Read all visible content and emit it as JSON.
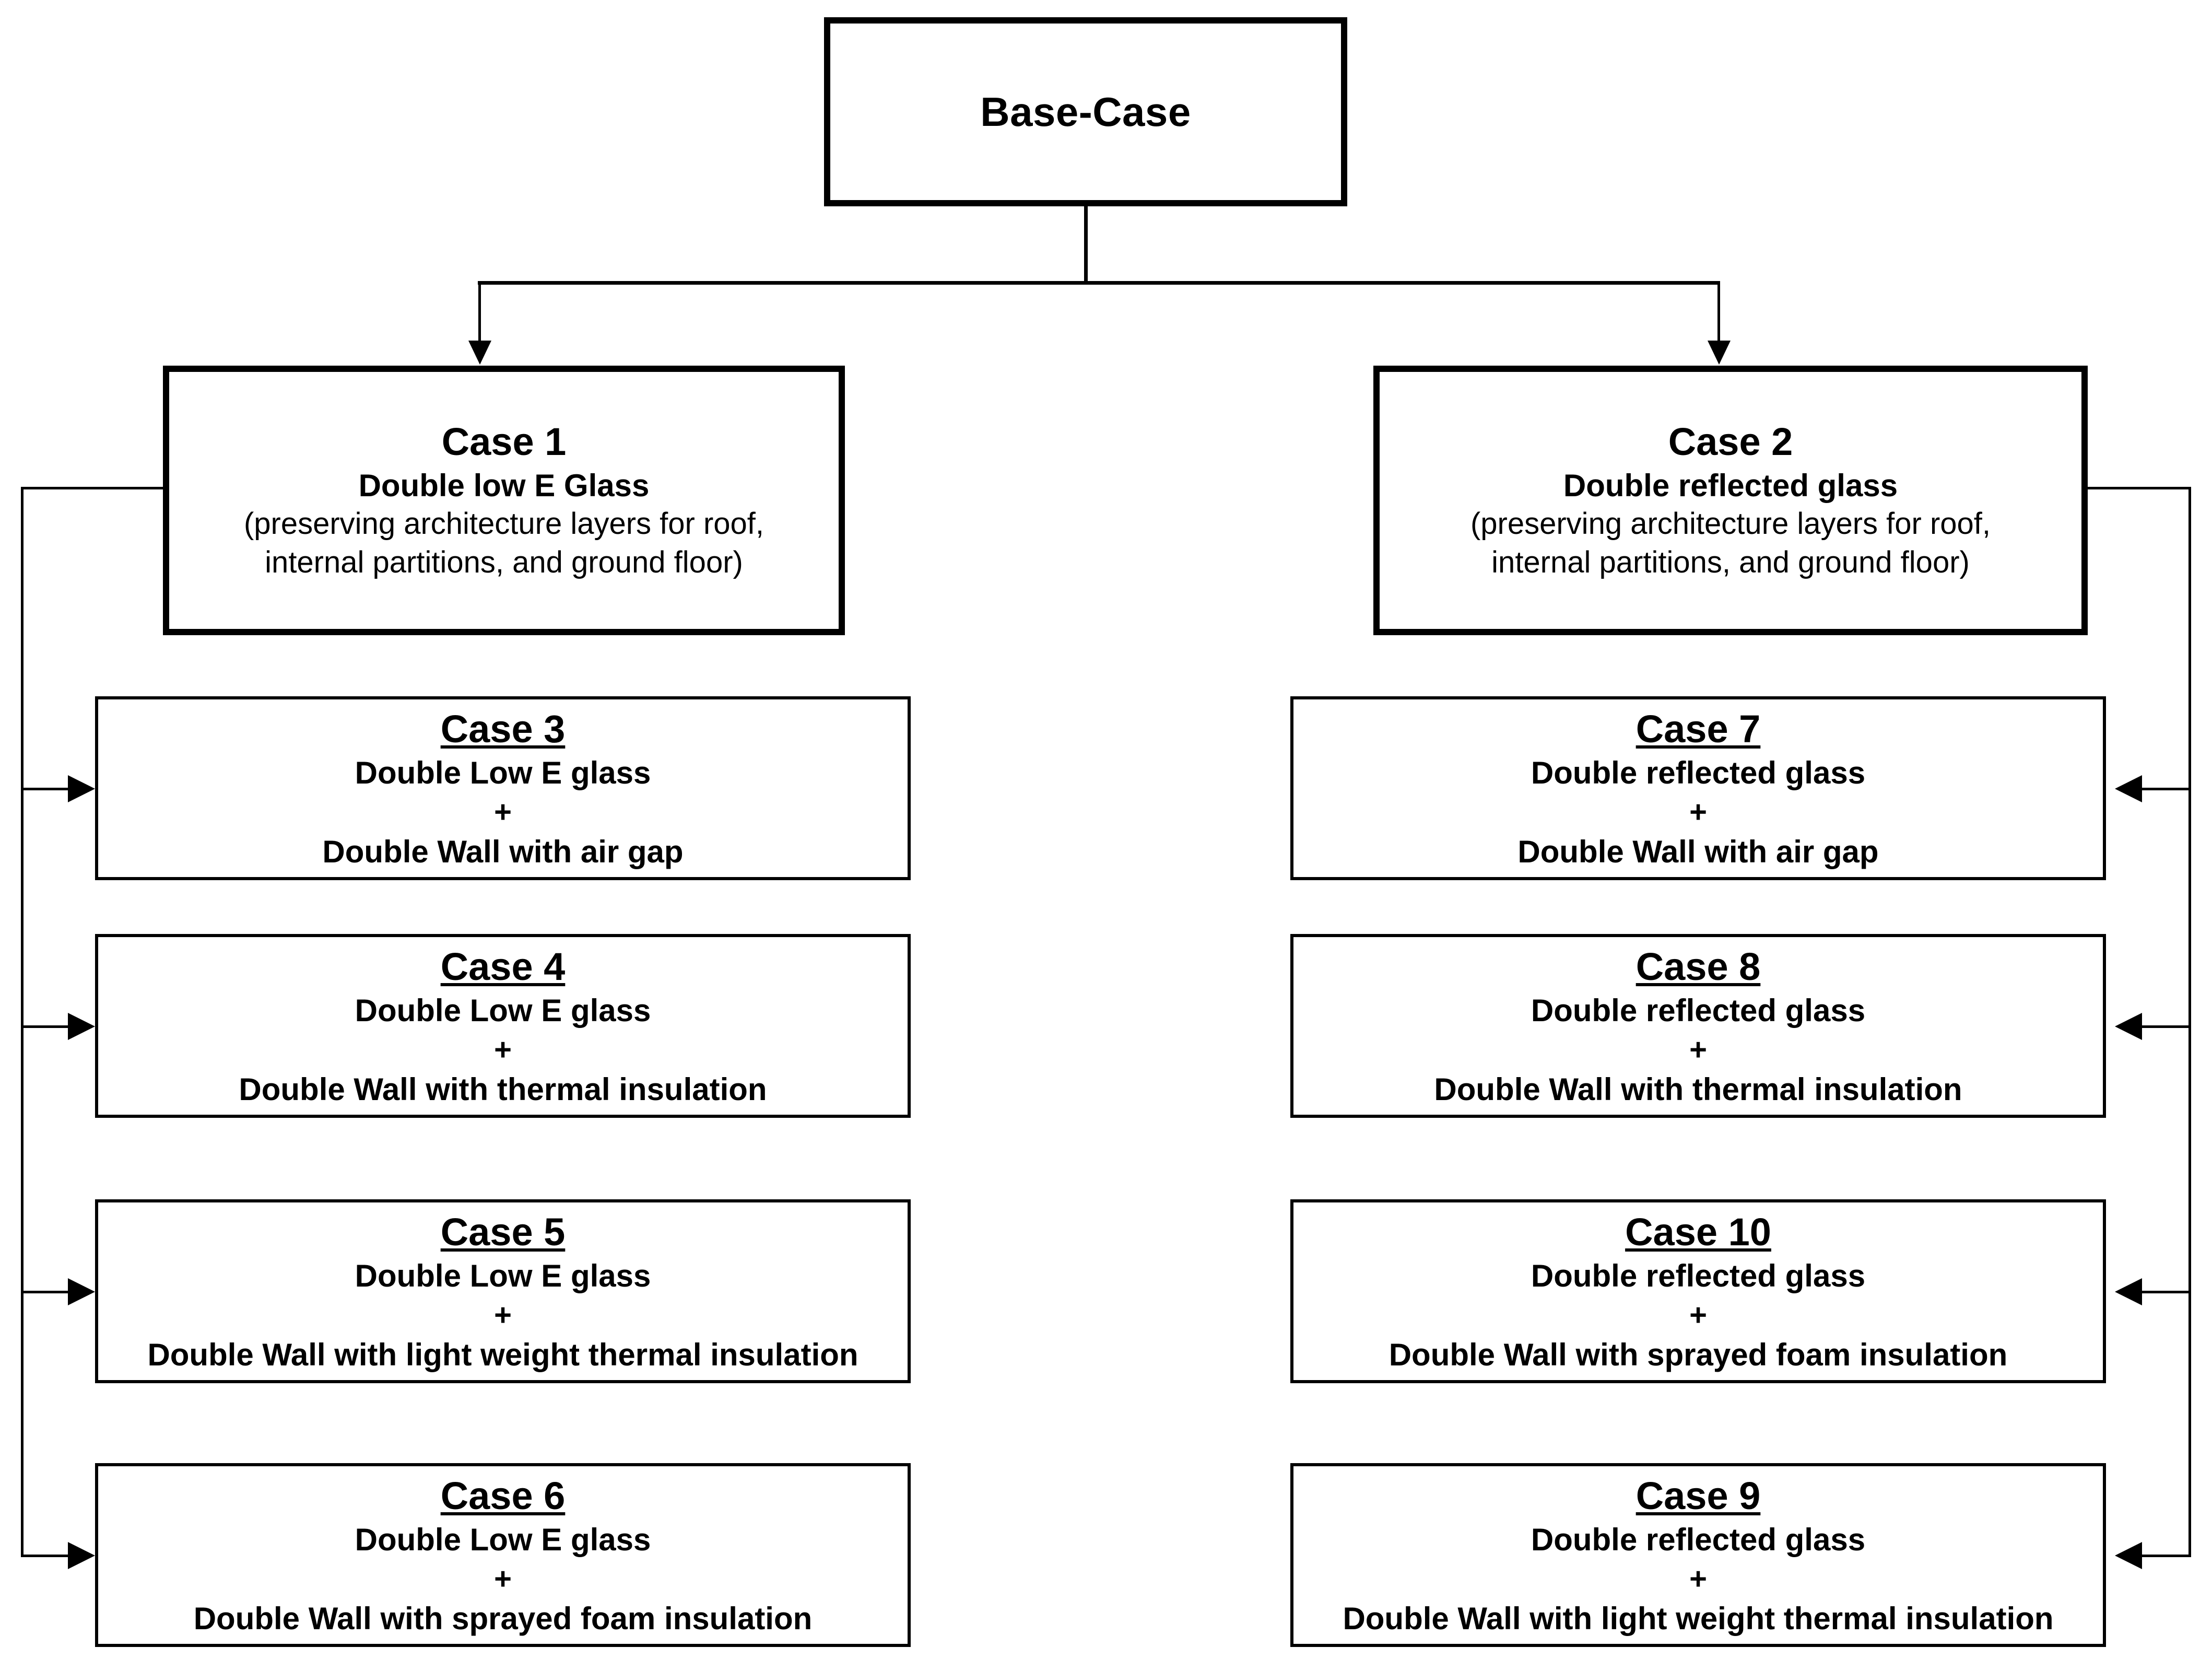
{
  "diagram": {
    "type": "flowchart",
    "orientation": "top-down-with-side-rails",
    "root": {
      "id": "base-case",
      "title": "Base-Case"
    },
    "branches": [
      {
        "id": "case-1",
        "title": "Case 1",
        "subtitle": "Double low E Glass",
        "note_line_1": "(preserving architecture layers for roof,",
        "note_line_2": "internal partitions, and ground floor)",
        "children": [
          {
            "id": "case-3",
            "title": "Case 3",
            "line_1": "Double Low E glass",
            "operator": "+",
            "line_2": "Double Wall with air gap"
          },
          {
            "id": "case-4",
            "title": "Case 4",
            "line_1": "Double Low E glass",
            "operator": "+",
            "line_2": "Double Wall with thermal insulation"
          },
          {
            "id": "case-5",
            "title": "Case 5",
            "line_1": "Double Low E glass",
            "operator": "+",
            "line_2": "Double Wall with light weight thermal insulation"
          },
          {
            "id": "case-6",
            "title": "Case 6",
            "line_1": "Double Low E glass",
            "operator": "+",
            "line_2": "Double Wall with sprayed foam insulation"
          }
        ]
      },
      {
        "id": "case-2",
        "title": "Case 2",
        "subtitle": "Double reflected glass",
        "note_line_1": "(preserving architecture layers for roof,",
        "note_line_2": "internal partitions, and ground floor)",
        "children": [
          {
            "id": "case-7",
            "title": "Case 7",
            "line_1": "Double reflected glass",
            "operator": "+",
            "line_2": "Double Wall with air gap"
          },
          {
            "id": "case-8",
            "title": "Case 8",
            "line_1": "Double reflected glass",
            "operator": "+",
            "line_2": "Double Wall with thermal insulation"
          },
          {
            "id": "case-10",
            "title": "Case 10",
            "line_1": "Double reflected glass",
            "operator": "+",
            "line_2": "Double Wall with sprayed foam insulation"
          },
          {
            "id": "case-9",
            "title": "Case 9",
            "line_1": "Double reflected glass",
            "operator": "+",
            "line_2": "Double Wall with light weight thermal insulation"
          }
        ]
      }
    ],
    "colors": {
      "stroke": "#000000",
      "fill": "#ffffff",
      "text": "#000000"
    }
  }
}
